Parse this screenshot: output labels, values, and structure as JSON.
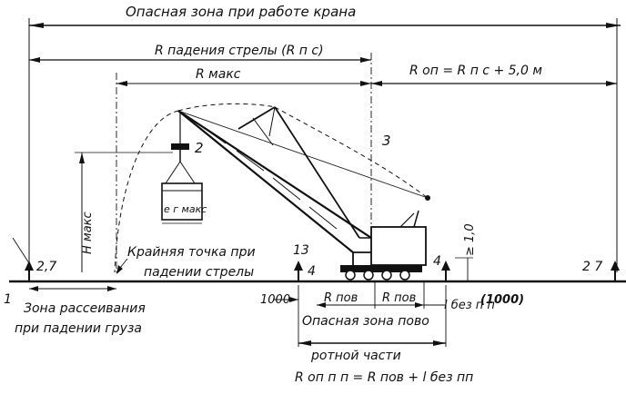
{
  "labels": {
    "danger_zone_crane": "Опасная зона при работе крана",
    "r_fall_boom": "R падения стрелы (R п с)",
    "r_max": "R макс",
    "r_op_formula": "R оп = R п с + 5,0 м",
    "h_max": "H макс",
    "e_max": "е г макс",
    "extreme_point_line1": "Крайняя точка при",
    "extreme_point_line2": "падении стрелы",
    "scatter_zone_line1": "Зона рассеивания",
    "scatter_zone_line2": "при падении груза",
    "rotating_danger_line1": "Опасная зона пово",
    "rotating_danger_line2": "ротной части",
    "rotating_formula": "R оп п п = R пов + l без пп",
    "dim_1000_left": "1000",
    "dim_1000_right": "(1000)",
    "r_pov_a": "R пов",
    "r_pov_b": "R пов",
    "l_bez": "l без п п",
    "height_1_0": "≥ 1,0",
    "callout_1": "1",
    "callout_2": "2",
    "callout_3": "3",
    "callout_4a": "4",
    "callout_4b": "4",
    "num_13": "13",
    "num_27_left": "2,7",
    "num_27_right": "2 7"
  }
}
